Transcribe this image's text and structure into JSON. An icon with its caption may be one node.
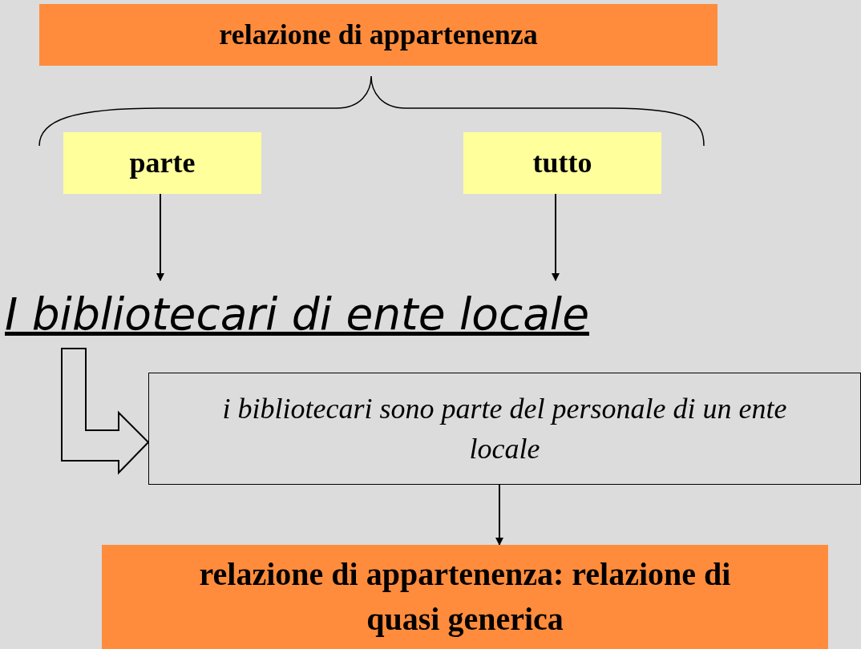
{
  "diagram": {
    "nodes": [
      {
        "text": [
          "relazione di appartenenza"
        ]
      },
      {
        "text": [
          "parte"
        ]
      },
      {
        "text": [
          "tutto"
        ]
      },
      {
        "text": [
          "I bibliotecari di ente locale"
        ]
      },
      {
        "text": [
          "i bibliotecari sono parte del personale di un ente locale"
        ]
      },
      {
        "text": [
          "relazione di appartenenza: relazione di quasi generica"
        ]
      }
    ],
    "edges": [
      {
        "from": 1,
        "to": 3,
        "arrow": "to"
      },
      {
        "from": 2,
        "to": 3,
        "arrow": "to"
      },
      {
        "from": 3,
        "to": 4,
        "arrow": "to",
        "style": "thick"
      },
      {
        "from": 4,
        "to": 5,
        "arrow": "to"
      }
    ]
  }
}
